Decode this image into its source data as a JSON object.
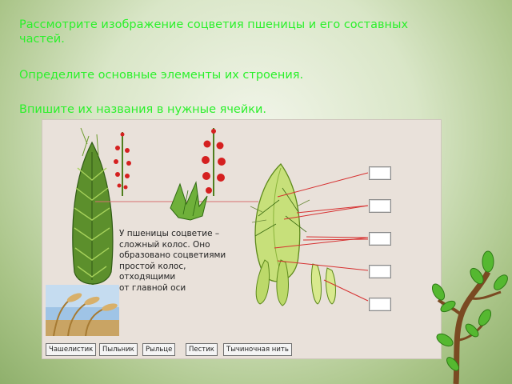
{
  "instructions": {
    "line1": "Рассмотрите изображение соцветия пшеницы и его составных",
    "line1b": "частей.",
    "line2": "Определите основные элементы их строения.",
    "line3": "Впишите их названия в нужные ячейки."
  },
  "figure": {
    "caption_lines": [
      "У пшеницы соцветие –",
      "сложный колос. Оно",
      "образовано соцветиями",
      "простой колос, отходящими",
      "от главной оси"
    ]
  },
  "answer_boxes": [
    "",
    "",
    "",
    "",
    ""
  ],
  "word_bank": [
    "Чашелистик",
    "Пыльник",
    "Рыльце",
    "Пестик",
    "Тычиночная нить"
  ],
  "colors": {
    "instruction_text": "#2bf02b",
    "panel_bg": "#e9e1da",
    "label_line": "#d63030",
    "spikelet_green": "#7fb23a"
  },
  "icons": [
    "wheat-ear-illustration",
    "flower-diagram",
    "wheat-photo",
    "decorative-tree-icon"
  ]
}
